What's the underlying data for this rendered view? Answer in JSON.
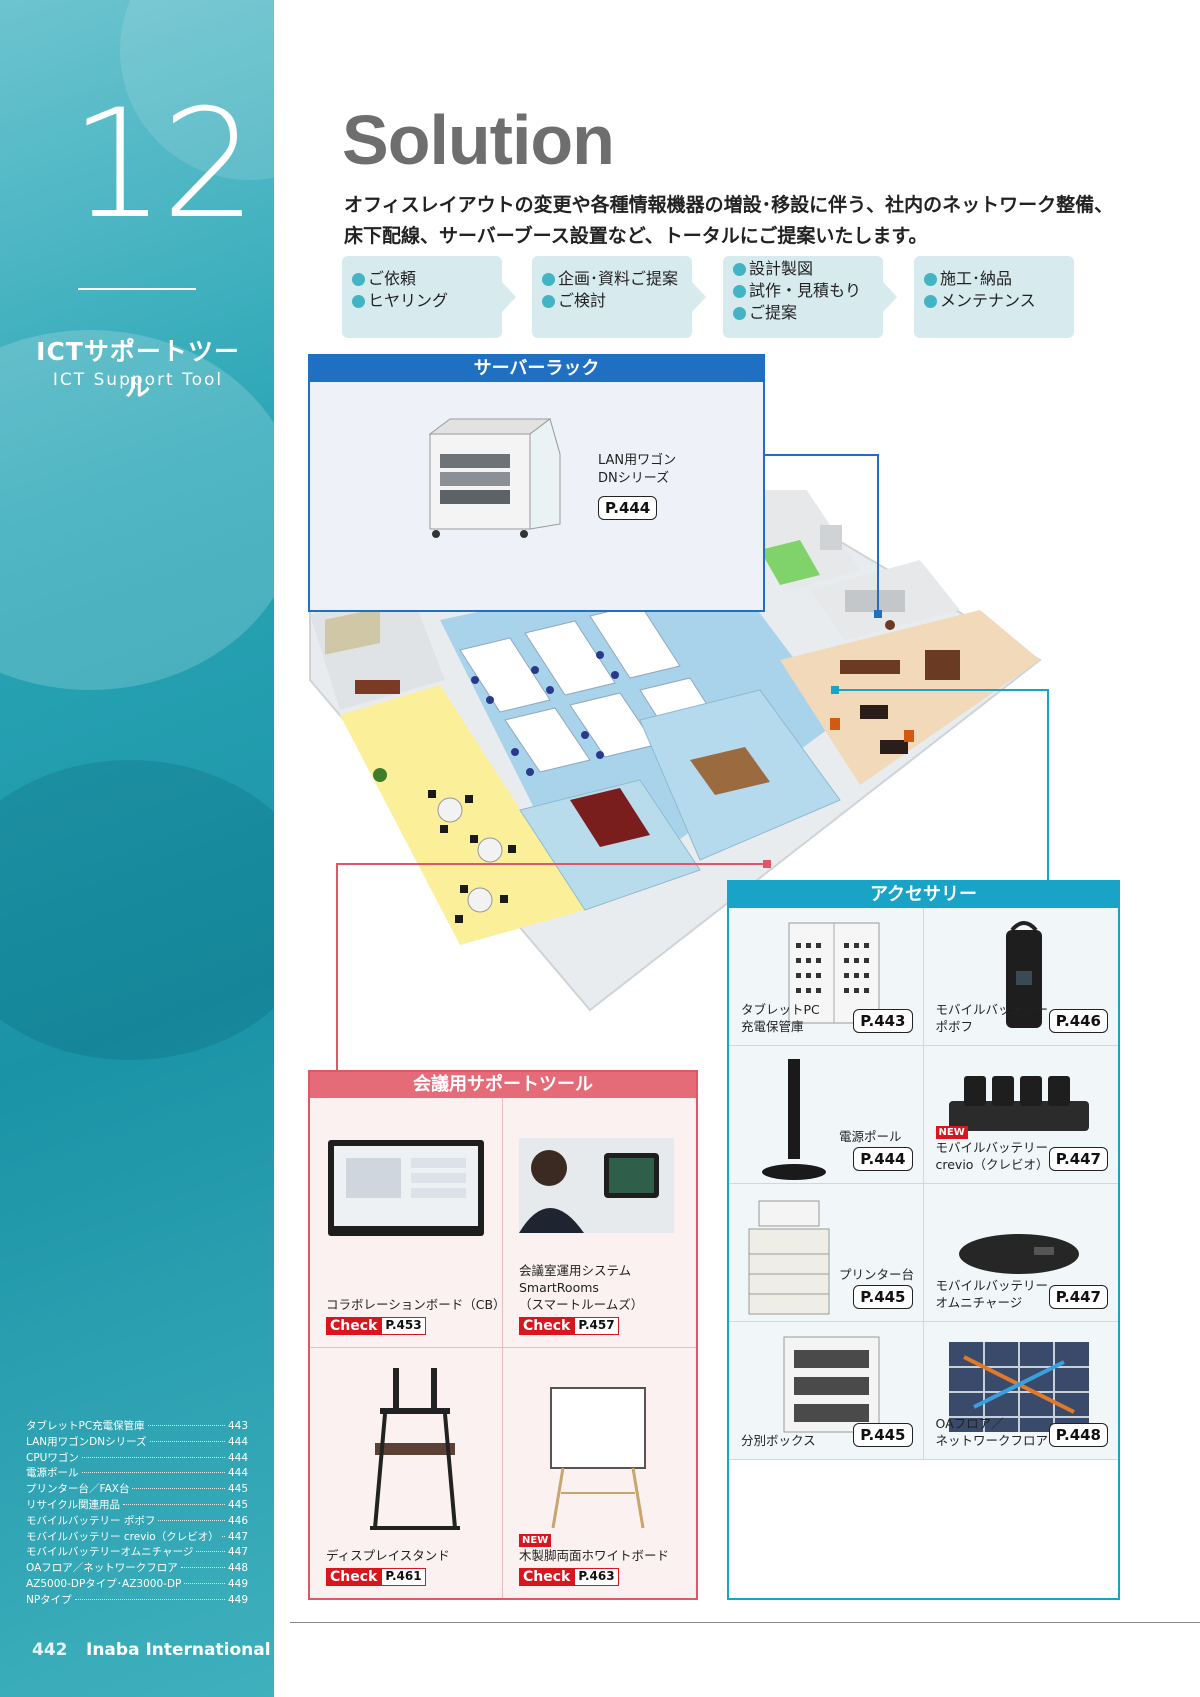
{
  "sidebar": {
    "chapter_number": "12",
    "chapter_title_jp": "ICTサポートツール",
    "chapter_title_en": "ICT Support Tool",
    "toc": [
      {
        "title": "タブレットPC充電保管庫",
        "page": "443"
      },
      {
        "title": "LAN用ワゴンDNシリーズ",
        "page": "444"
      },
      {
        "title": "CPUワゴン",
        "page": "444"
      },
      {
        "title": "電源ポール",
        "page": "444"
      },
      {
        "title": "プリンター台／FAX台",
        "page": "445"
      },
      {
        "title": "リサイクル関連用品",
        "page": "445"
      },
      {
        "title": "モバイルバッテリー ポボフ",
        "page": "446"
      },
      {
        "title": "モバイルバッテリー crevio（クレビオ）",
        "page": "447"
      },
      {
        "title": "モバイルバッテリーオムニチャージ",
        "page": "447"
      },
      {
        "title": "OAフロア／ネットワークフロア",
        "page": "448"
      },
      {
        "title": "AZ5000-DPタイプ･AZ3000-DP",
        "page": "449"
      },
      {
        "title": "NPタイプ",
        "page": "449"
      }
    ],
    "page_number": "442",
    "brand": "Inaba International"
  },
  "header": {
    "title": "Solution",
    "lead_line1": "オフィスレイアウトの変更や各種情報機器の増設･移設に伴う、社内のネットワーク整備、",
    "lead_line2": "床下配線、サーバーブース設置など、トータルにご提案いたします。"
  },
  "steps": [
    {
      "items": [
        "ご依頼",
        "ヒヤリング"
      ]
    },
    {
      "items": [
        "企画･資料ご提案",
        "ご検討"
      ]
    },
    {
      "items": [
        "設計製図",
        "試作・見積もり",
        "ご提案"
      ]
    },
    {
      "items": [
        "施工･納品",
        "メンテナンス"
      ]
    }
  ],
  "server_rack": {
    "heading": "サーバーラック",
    "label_line1": "LAN用ワゴン",
    "label_line2": "DNシリーズ",
    "page": "P.444"
  },
  "accessory": {
    "heading": "アクセサリー",
    "items": [
      {
        "line1": "タブレットPC",
        "line2": "充電保管庫",
        "page": "P.443",
        "new": ""
      },
      {
        "line1": "モバイルバッテリー",
        "line2": "ポボフ",
        "page": "P.446",
        "new": ""
      },
      {
        "line1": "電源ポール",
        "line2": "",
        "page": "P.444",
        "new": ""
      },
      {
        "line1": "モバイルバッテリー",
        "line2": "crevio（クレビオ）",
        "page": "P.447",
        "new": "NEW"
      },
      {
        "line1": "プリンター台",
        "line2": "",
        "page": "P.445",
        "new": ""
      },
      {
        "line1": "モバイルバッテリー",
        "line2": "オムニチャージ",
        "page": "P.447",
        "new": ""
      },
      {
        "line1": "分別ボックス",
        "line2": "",
        "page": "P.445",
        "new": ""
      },
      {
        "line1": "OAフロア／",
        "line2": "ネットワークフロア",
        "page": "P.448",
        "new": ""
      }
    ]
  },
  "meeting": {
    "heading": "会議用サポートツール",
    "check_label": "Check",
    "items": [
      {
        "lines": [
          "コラボレーションボード（CB）"
        ],
        "page": "P.453",
        "new": ""
      },
      {
        "lines": [
          "会議室運用システム",
          "SmartRooms",
          "（スマートルームズ）"
        ],
        "page": "P.457",
        "new": ""
      },
      {
        "lines": [
          "ディスプレイスタンド"
        ],
        "page": "P.461",
        "new": ""
      },
      {
        "lines": [
          "木製脚両面ホワイトボード"
        ],
        "page": "P.463",
        "new": "NEW"
      }
    ]
  }
}
